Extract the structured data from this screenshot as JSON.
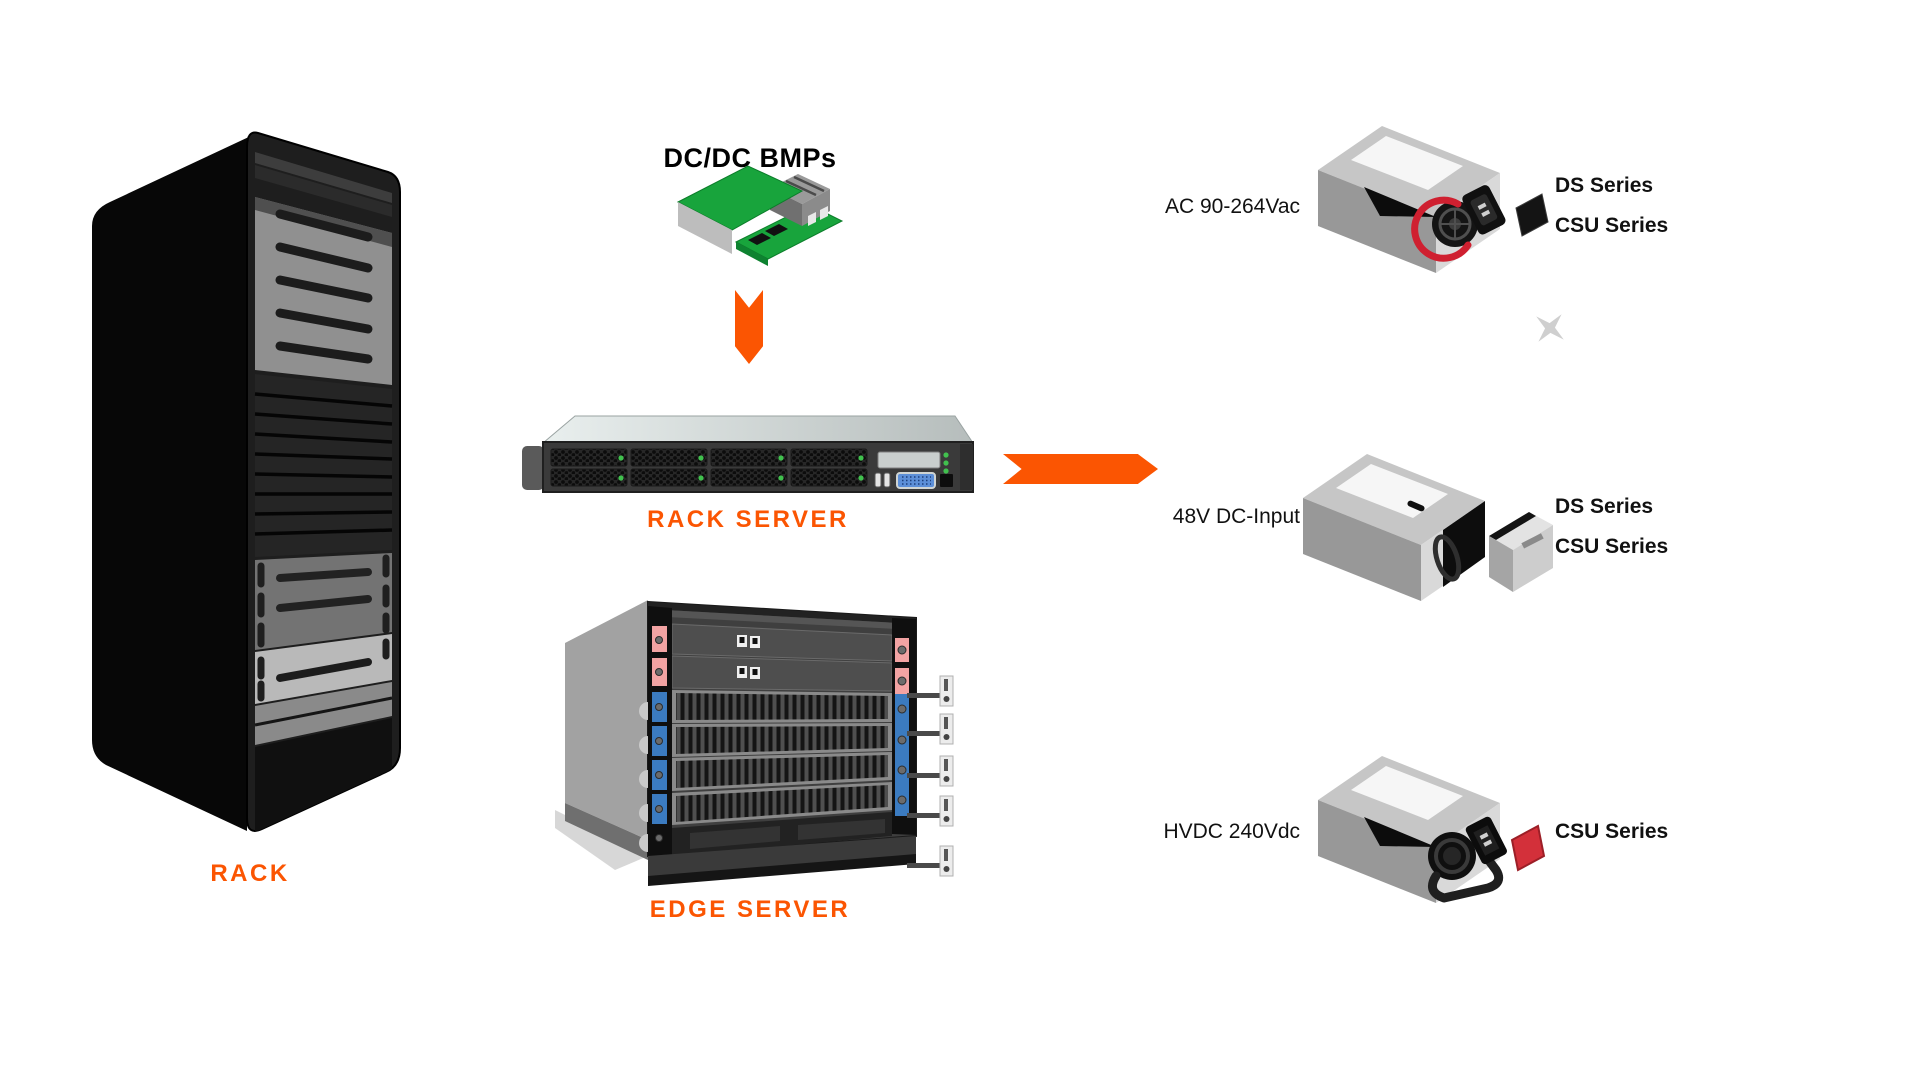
{
  "diagram": {
    "title": "DC/DC BMPs",
    "rack_label": "RACK",
    "rack_server_label": "RACK SERVER",
    "edge_server_label": "EDGE SERVER",
    "psus": [
      {
        "input": "AC 90-264Vac",
        "series": [
          "DS Series",
          "CSU Series"
        ]
      },
      {
        "input": "48V DC-Input",
        "series": [
          "DS Series",
          "CSU Series"
        ]
      },
      {
        "input": "HVDC 240Vdc",
        "series": [
          "CSU Series"
        ]
      }
    ],
    "colors": {
      "accent_orange": "#FB5502",
      "pcb_green": "#18A43C",
      "latch_blue": "#3B7BC0",
      "latch_pink": "#F2A3A3",
      "handle_red": "#CF2030",
      "led_green": "#41C14E"
    }
  }
}
